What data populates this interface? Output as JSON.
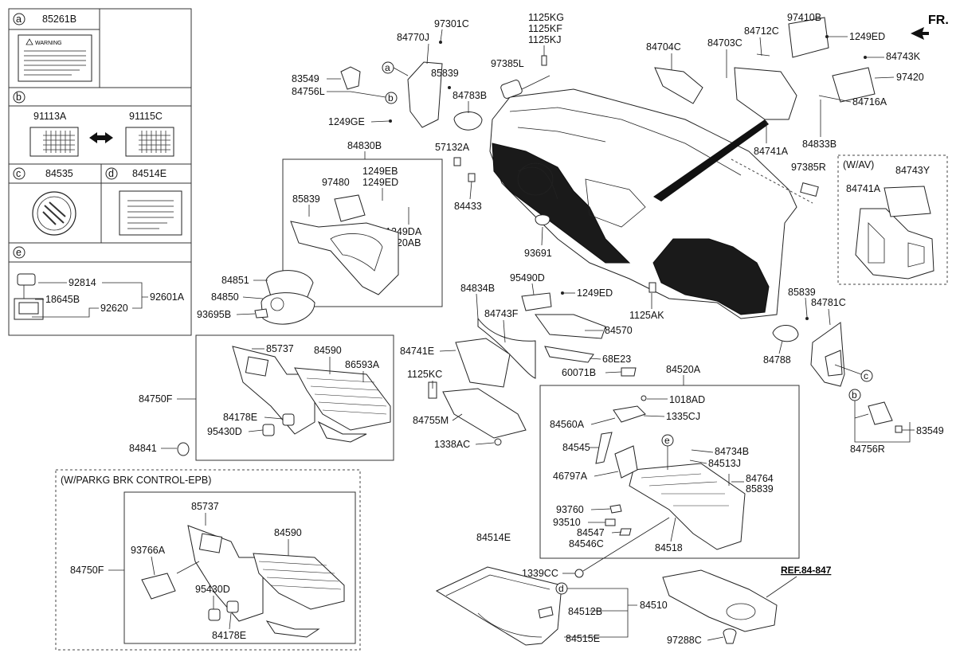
{
  "direction_label": "FR.",
  "ref_label": "REF.84-847",
  "legend": {
    "a": {
      "letter": "a",
      "part": "85261B",
      "warning_text": "WARNING"
    },
    "b": {
      "letter": "b",
      "part_left": "91113A",
      "part_right": "91115C"
    },
    "c": {
      "letter": "c",
      "part": "84535"
    },
    "d": {
      "letter": "d",
      "part": "84514E"
    },
    "e": {
      "letter": "e",
      "parts": [
        "92814",
        "18645B",
        "92620",
        "92601A"
      ]
    }
  },
  "group_labels": {
    "wav": "(W/AV)",
    "epb": "(W/PARKG BRK CONTROL-EPB)"
  },
  "callout_letters": {
    "a": "a",
    "b1": "b",
    "b2": "b",
    "c": "c",
    "d": "d",
    "e": "e"
  },
  "parts": {
    "p97301C": "97301C",
    "p84770J": "84770J",
    "p83549L": "83549",
    "p84756L": "84756L",
    "p85839a": "85839",
    "p84783B": "84783B",
    "p1249GE": "1249GE",
    "p1125KG": "1125KG",
    "p1125KF": "1125KF",
    "p1125KJ": "1125KJ",
    "p97385L": "97385L",
    "p57132A": "57132A",
    "p84433": "84433",
    "p93691": "93691",
    "p84704C": "84704C",
    "p84703C": "84703C",
    "p84712C": "84712C",
    "p97410B": "97410B",
    "p1249ED_a": "1249ED",
    "p84743K": "84743K",
    "p97420": "97420",
    "p84716A": "84716A",
    "p84741A": "84741A",
    "p84833B": "84833B",
    "p97385R": "97385R",
    "p84743Y": "84743Y",
    "p84741A_av": "84741A",
    "p84830B": "84830B",
    "p1249EB": "1249EB",
    "p1249ED_b": "1249ED",
    "p97480": "97480",
    "p85839b": "85839",
    "p1249DA": "1249DA",
    "p1220AB": "1220AB",
    "p84851": "84851",
    "p84850": "84850",
    "p93695B": "93695B",
    "p84834B": "84834B",
    "p95490D": "95490D",
    "p1249ED_c": "1249ED",
    "p84743F": "84743F",
    "p84570": "84570",
    "p1125AK": "1125AK",
    "p68E23": "68E23",
    "p60071B": "60071B",
    "p84741E": "84741E",
    "p1125KC": "1125KC",
    "p84755M": "84755M",
    "p1338AC": "1338AC",
    "p85839c": "85839",
    "p84781C": "84781C",
    "p84788": "84788",
    "p84756R": "84756R",
    "p83549R": "83549",
    "p85737a": "85737",
    "p84590a": "84590",
    "p86593A": "86593A",
    "p84750F_a": "84750F",
    "p84178E_a": "84178E",
    "p95430D_a": "95430D",
    "p84841": "84841",
    "p84520A": "84520A",
    "p1018AD": "1018AD",
    "p84560A": "84560A",
    "p1335CJ": "1335CJ",
    "p84545": "84545",
    "p84734B": "84734B",
    "p84513J": "84513J",
    "p46797A": "46797A",
    "p84764": "84764",
    "p85839d": "85839",
    "p93760": "93760",
    "p93510": "93510",
    "p84547": "84547",
    "p84546C": "84546C",
    "p84518": "84518",
    "p84514E_main": "84514E",
    "p1339CC": "1339CC",
    "p84512B": "84512B",
    "p84510": "84510",
    "p84515E": "84515E",
    "p97288C": "97288C",
    "p85737b": "85737",
    "p84590b": "84590",
    "p93766A": "93766A",
    "p84750F_b": "84750F",
    "p95430D_b": "95430D",
    "p84178E_b": "84178E"
  }
}
